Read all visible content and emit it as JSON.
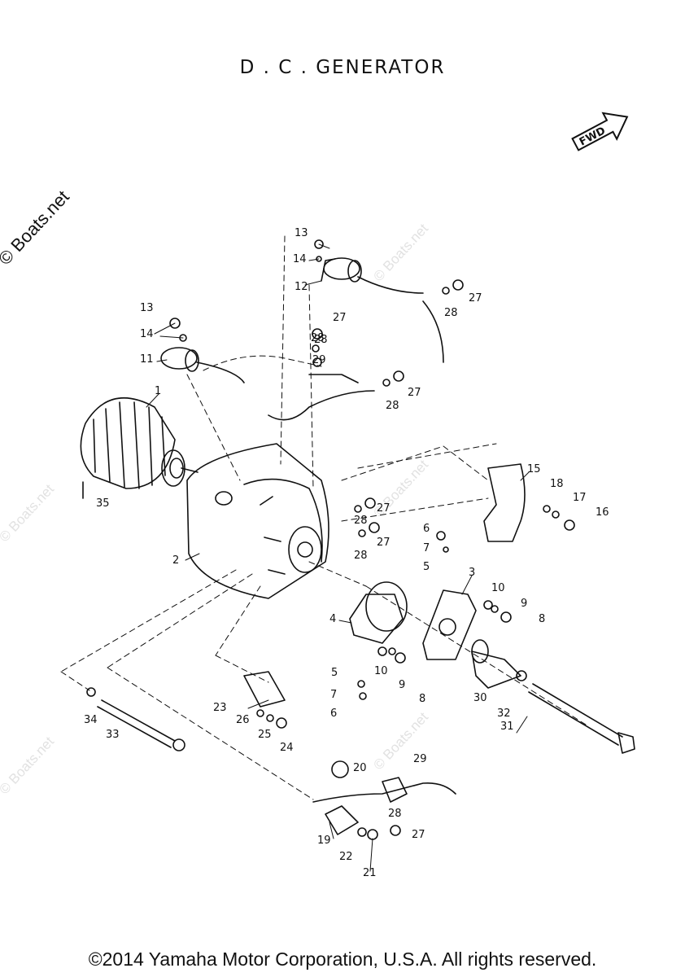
{
  "header": {
    "title": "D . C .   GENERATOR"
  },
  "orientation": {
    "label": "FWD"
  },
  "watermark": {
    "text": "© Boats.net"
  },
  "callouts": [
    {
      "label": "1"
    },
    {
      "label": "2"
    },
    {
      "label": "3"
    },
    {
      "label": "4"
    },
    {
      "label": "5"
    },
    {
      "label": "5"
    },
    {
      "label": "6"
    },
    {
      "label": "6"
    },
    {
      "label": "7"
    },
    {
      "label": "7"
    },
    {
      "label": "8"
    },
    {
      "label": "8"
    },
    {
      "label": "9"
    },
    {
      "label": "9"
    },
    {
      "label": "10"
    },
    {
      "label": "10"
    },
    {
      "label": "11"
    },
    {
      "label": "12"
    },
    {
      "label": "13"
    },
    {
      "label": "13"
    },
    {
      "label": "14"
    },
    {
      "label": "14"
    },
    {
      "label": "15"
    },
    {
      "label": "16"
    },
    {
      "label": "17"
    },
    {
      "label": "18"
    },
    {
      "label": "19"
    },
    {
      "label": "20"
    },
    {
      "label": "21"
    },
    {
      "label": "22"
    },
    {
      "label": "23"
    },
    {
      "label": "24"
    },
    {
      "label": "25"
    },
    {
      "label": "26"
    },
    {
      "label": "27"
    },
    {
      "label": "27"
    },
    {
      "label": "27"
    },
    {
      "label": "27"
    },
    {
      "label": "27"
    },
    {
      "label": "27"
    },
    {
      "label": "28"
    },
    {
      "label": "28"
    },
    {
      "label": "28"
    },
    {
      "label": "28"
    },
    {
      "label": "28"
    },
    {
      "label": "28"
    },
    {
      "label": "28"
    },
    {
      "label": "29"
    },
    {
      "label": "29"
    },
    {
      "label": "30"
    },
    {
      "label": "31"
    },
    {
      "label": "32"
    },
    {
      "label": "33"
    },
    {
      "label": "34"
    },
    {
      "label": "35"
    }
  ],
  "footer": {
    "copyright": "©2014 Yamaha Motor Corporation, U.S.A. All rights reserved."
  }
}
